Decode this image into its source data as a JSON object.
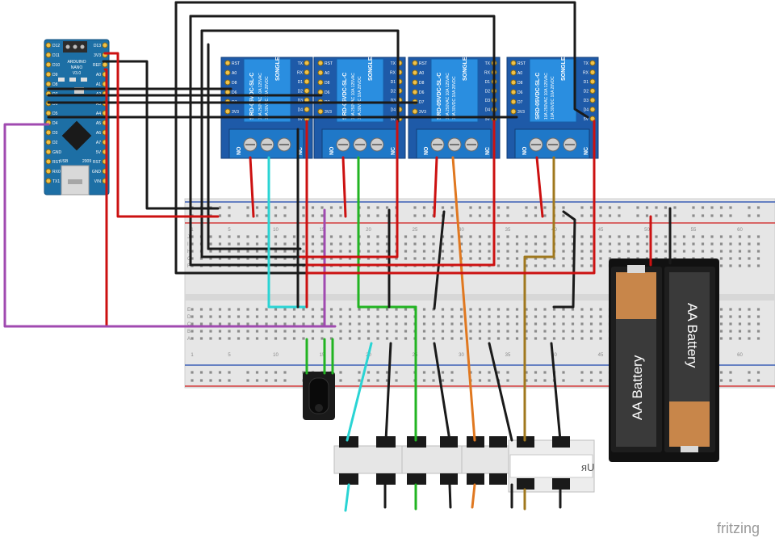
{
  "arduino": {
    "label_line1": "ARDUINO",
    "label_line2": "NANO",
    "label_line3": "V3.0",
    "usb_label": "USB",
    "year_label": "2009",
    "top_pins": [
      "D12",
      "D11",
      "D10",
      "D9",
      "D8",
      "D7",
      "D6",
      "D5",
      "D4",
      "D3",
      "D2",
      "GND",
      "RST",
      "RX0",
      "TX1"
    ],
    "bottom_pins": [
      "D13",
      "3V3",
      "REF",
      "A0",
      "A1",
      "A2",
      "A3",
      "A4",
      "A5",
      "A6",
      "A7",
      "5V",
      "RST",
      "GND",
      "VIN"
    ]
  },
  "relays": [
    {
      "brand": "SONGLE",
      "model": "SRD-05VDC-SL-C",
      "rating1": "10A 250VAC  10A 125VAC",
      "rating2": "10A 30VDC  10A 28VDC",
      "terminals": [
        "NO",
        "NC"
      ],
      "pins_left": [
        "RST",
        "A0",
        "D8",
        "D6",
        "D7",
        "3V3"
      ],
      "pins_right": [
        "TX",
        "RX",
        "D1",
        "D2",
        "D3",
        "D4",
        "5V"
      ]
    },
    {
      "brand": "SONGLE",
      "model": "SRD-05VDC-SL-C",
      "rating1": "10A 250VAC  10A 125VAC",
      "rating2": "10A 30VDC  10A 28VDC",
      "terminals": [
        "NO",
        "NC"
      ],
      "pins_left": [
        "RST",
        "A0",
        "D8",
        "D6",
        "D7",
        "3V3"
      ],
      "pins_right": [
        "TX",
        "RX",
        "D1",
        "D2",
        "D3",
        "D4",
        "5V"
      ]
    },
    {
      "brand": "SONGLE",
      "model": "SRD-05VDC-SL-C",
      "rating1": "10A 250VAC  10A 125VAC",
      "rating2": "10A 30VDC  10A 28VDC",
      "terminals": [
        "NO",
        "NC"
      ],
      "pins_left": [
        "RST",
        "A0",
        "D8",
        "D6",
        "D7",
        "3V3"
      ],
      "pins_right": [
        "TX",
        "RX",
        "D1",
        "D2",
        "D3",
        "D4",
        "5V"
      ]
    },
    {
      "brand": "SONGLE",
      "model": "SRD-05VDC-SL-C",
      "rating1": "10A 250VAC  10A 125VAC",
      "rating2": "10A 30VDC  10A 28VDC",
      "terminals": [
        "NO",
        "NC"
      ],
      "pins_left": [
        "RST",
        "A0",
        "D8",
        "D6",
        "D7",
        "3V3"
      ],
      "pins_right": [
        "TX",
        "RX",
        "D1",
        "D2",
        "D3",
        "D4",
        "5V"
      ]
    }
  ],
  "breadboard": {
    "row_letters_top": [
      "J",
      "I",
      "H",
      "G",
      "F"
    ],
    "row_letters_bottom": [
      "E",
      "D",
      "C",
      "B",
      "A"
    ],
    "column_numbers": [
      "1",
      "5",
      "10",
      "15",
      "20",
      "25",
      "30",
      "35",
      "40",
      "45",
      "50",
      "55",
      "60"
    ]
  },
  "battery_pack": {
    "cells": [
      {
        "label": "AA Battery"
      },
      {
        "label": "AA Battery"
      }
    ]
  },
  "switches": {
    "certification_mark": "ᴙU"
  },
  "watermark": "fritzing",
  "colors": {
    "arduino_board": "#1d6fa5",
    "relay_module": "#1e5aa8",
    "relay_cube": "#2a8ee0",
    "terminal_block": "#1f78c8",
    "breadboard": "#e8e8e8",
    "rail_red": "#d33b3b",
    "rail_blue": "#3a5fb5",
    "wire_red": "#cc1111",
    "wire_black": "#1a1a1a",
    "wire_green": "#22b422",
    "wire_cyan": "#2ad4d4",
    "wire_purple": "#a04ab0",
    "wire_orange": "#e07820",
    "wire_brown": "#a0781e",
    "battery_holder": "#111111",
    "battery_copper": "#c8864a",
    "switch_body": "#e6e6e6"
  }
}
